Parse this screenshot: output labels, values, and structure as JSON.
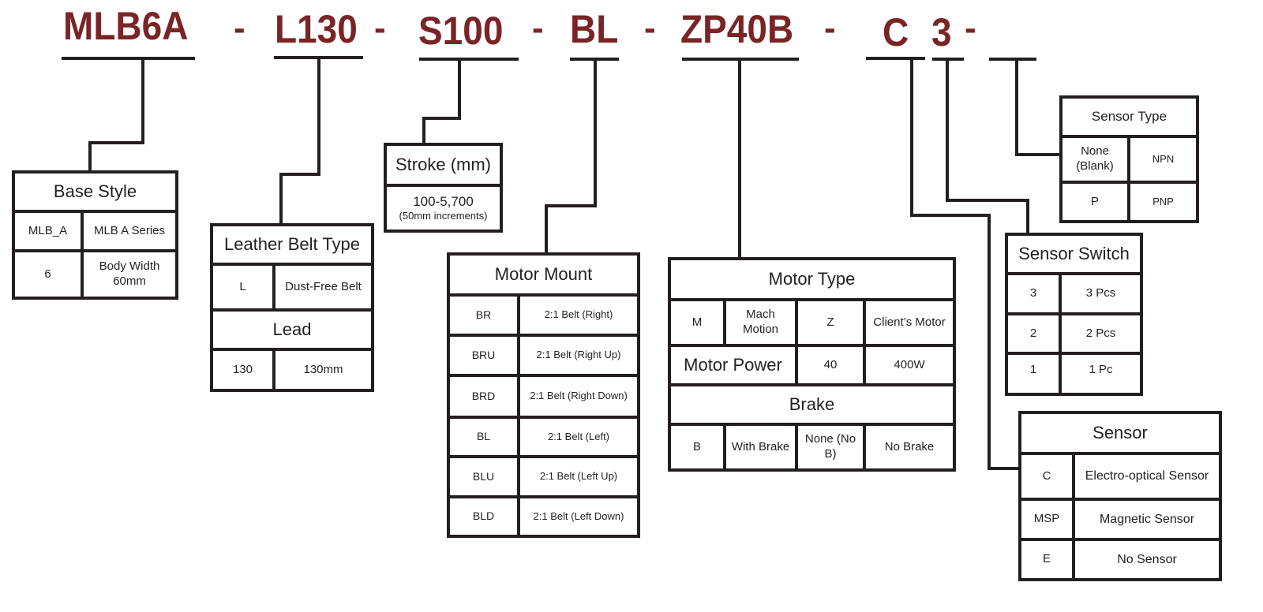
{
  "part_number": {
    "segments": [
      "MLB6A",
      "L130",
      "S100",
      "BL",
      "ZP40B",
      "C",
      "3",
      ""
    ],
    "separator": "-"
  },
  "colors": {
    "code": "#7a2426",
    "line": "#231f20"
  },
  "base_style": {
    "title": "Base Style",
    "rows": [
      {
        "code": "MLB_A",
        "desc": "MLB A Series"
      },
      {
        "code": "6",
        "desc": "Body Width 60mm"
      }
    ]
  },
  "belt": {
    "title": "Leather Belt  Type",
    "rows": [
      {
        "code": "L",
        "desc": "Dust-Free Belt"
      }
    ],
    "lead_title": "Lead",
    "lead_rows": [
      {
        "code": "130",
        "desc": "130mm"
      }
    ]
  },
  "stroke": {
    "title": "Stroke (mm)",
    "range": "100-5,700",
    "note": "(50mm increments)"
  },
  "motor_mount": {
    "title": "Motor Mount",
    "rows": [
      {
        "code": "BR",
        "desc": "2:1 Belt (Right)"
      },
      {
        "code": "BRU",
        "desc": "2:1 Belt (Right Up)"
      },
      {
        "code": "BRD",
        "desc": "2:1 Belt (Right Down)"
      },
      {
        "code": "BL",
        "desc": "2:1 Belt (Left)"
      },
      {
        "code": "BLU",
        "desc": "2:1 Belt (Left Up)"
      },
      {
        "code": "BLD",
        "desc": "2:1 Belt (Left Down)"
      }
    ]
  },
  "motor": {
    "type_title": "Motor Type",
    "types": [
      {
        "code": "M",
        "desc": "Mach Motion"
      },
      {
        "code": "Z",
        "desc": "Client’s Motor"
      }
    ],
    "power_title": "Motor Power",
    "power": {
      "code": "40",
      "desc": "400W"
    },
    "brake_title": "Brake",
    "brakes": [
      {
        "code": "B",
        "desc": "With Brake"
      },
      {
        "code": "None (No B)",
        "desc": "No Brake"
      }
    ]
  },
  "sensor_type": {
    "title": "Sensor Type",
    "rows": [
      {
        "code": "None (Blank)",
        "desc": "NPN"
      },
      {
        "code": "P",
        "desc": "PNP"
      }
    ]
  },
  "sensor_switch": {
    "title": "Sensor Switch",
    "rows": [
      {
        "code": "3",
        "desc": "3 Pcs"
      },
      {
        "code": "2",
        "desc": "2 Pcs"
      },
      {
        "code": "1",
        "desc": "1 Pc"
      }
    ]
  },
  "sensor": {
    "title": "Sensor",
    "rows": [
      {
        "code": "C",
        "desc": "Electro-optical Sensor"
      },
      {
        "code": "MSP",
        "desc": "Magnetic Sensor"
      },
      {
        "code": "E",
        "desc": "No Sensor"
      }
    ]
  }
}
